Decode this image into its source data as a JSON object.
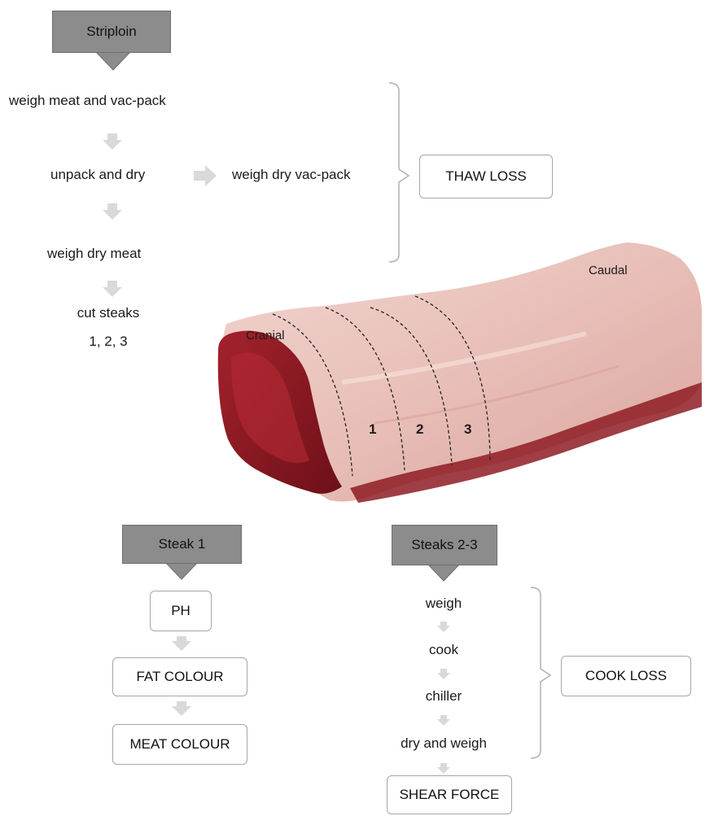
{
  "striploin": {
    "header": "Striploin",
    "steps": [
      "weigh meat and vac-pack",
      "unpack and dry",
      "weigh dry meat",
      "cut steaks",
      "1, 2, 3"
    ],
    "side_step": "weigh dry vac-pack",
    "result": "THAW LOSS"
  },
  "meat_photo": {
    "cranial_label": "Cranial",
    "caudal_label": "Caudal",
    "steak_numbers": [
      "1",
      "2",
      "3"
    ]
  },
  "steak1": {
    "header": "Steak 1",
    "boxes": [
      "PH",
      "FAT COLOUR",
      "MEAT COLOUR"
    ]
  },
  "steaks23": {
    "header": "Steaks 2-3",
    "steps": [
      "weigh",
      "cook",
      "chiller",
      "dry and weigh"
    ],
    "final_box": "SHEAR FORCE",
    "result": "COOK LOSS"
  },
  "colors": {
    "header_fill": "#8c8c8c",
    "arrow_gray": "#d9d9d9",
    "box_border": "#a6a6a6",
    "meat_fat": "#e9c2bd",
    "meat_red": "#8e1c24"
  }
}
